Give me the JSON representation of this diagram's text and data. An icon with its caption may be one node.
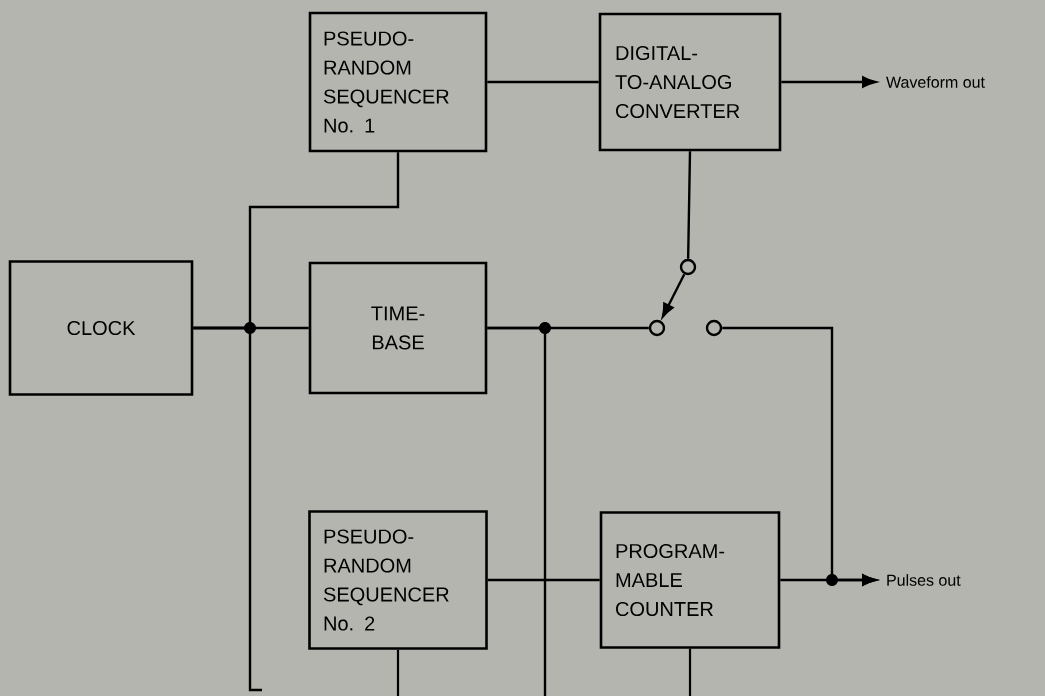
{
  "diagram": {
    "nodes": [
      {
        "text": [
          "PSEUDO- RANDOM SEQUENCER No. 1"
        ]
      },
      {
        "text": [
          "DIGITAL- TO-ANALOG CONVERTER"
        ]
      },
      {
        "text": [
          "Waveform out"
        ]
      },
      {
        "text": [
          "CLOCK"
        ]
      },
      {
        "text": [
          "TIME- BASE"
        ]
      },
      {
        "text": [],
        "shape": "circle"
      },
      {
        "text": [],
        "shape": "circle"
      },
      {
        "text": [],
        "shape": "circle"
      },
      {
        "text": [
          "PSEUDO- RANDOM SEQUENCER No. 2"
        ]
      },
      {
        "text": [
          "PROGRAM- MABLE COUNTER"
        ]
      },
      {
        "text": [
          "Pulses out"
        ]
      }
    ],
    "edges": [
      {
        "from": 0,
        "to": 1,
        "arrow": "none"
      },
      {
        "from": 1,
        "to": 2,
        "arrow": "to"
      },
      {
        "from": 1,
        "to": 5,
        "arrow": "none"
      },
      {
        "from": 5,
        "to": 6,
        "arrow": "to"
      },
      {
        "from": 3,
        "to": 4,
        "arrow": "none"
      },
      {
        "from": 3,
        "to": 0,
        "arrow": "none"
      },
      {
        "from": 4,
        "to": 6,
        "arrow": "none"
      },
      {
        "from": 7,
        "to": 10,
        "arrow": "to"
      },
      {
        "from": 9,
        "to": 10,
        "arrow": "to"
      },
      {
        "from": 8,
        "to": 9,
        "arrow": "none"
      },
      {
        "from": 3,
        "to": null,
        "arrow": "none"
      },
      {
        "from": 4,
        "to": null,
        "arrow": "none"
      },
      {
        "from": 8,
        "to": null,
        "arrow": "none"
      },
      {
        "from": 9,
        "to": null,
        "arrow": "none"
      }
    ]
  }
}
